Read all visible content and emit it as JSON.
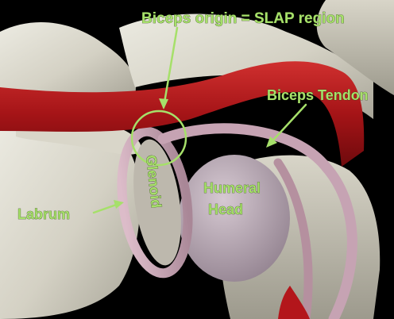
{
  "labels": {
    "biceps_origin": "Biceps origin = SLAP region",
    "biceps_tendon": "Biceps Tendon",
    "glenoid": "Glenoid",
    "labrum": "Labrum",
    "humeral_head_line1": "Humeral",
    "humeral_head_line2": "Head"
  },
  "colors": {
    "background": "#000000",
    "bone": "#d9d6c9",
    "bone_shadow": "#a9a597",
    "tendon_red": "#b3161b",
    "labrum_pink": "#c9a3b3",
    "humeral_head": "#b9a9b6",
    "annotation_green": "#a6e06a"
  }
}
